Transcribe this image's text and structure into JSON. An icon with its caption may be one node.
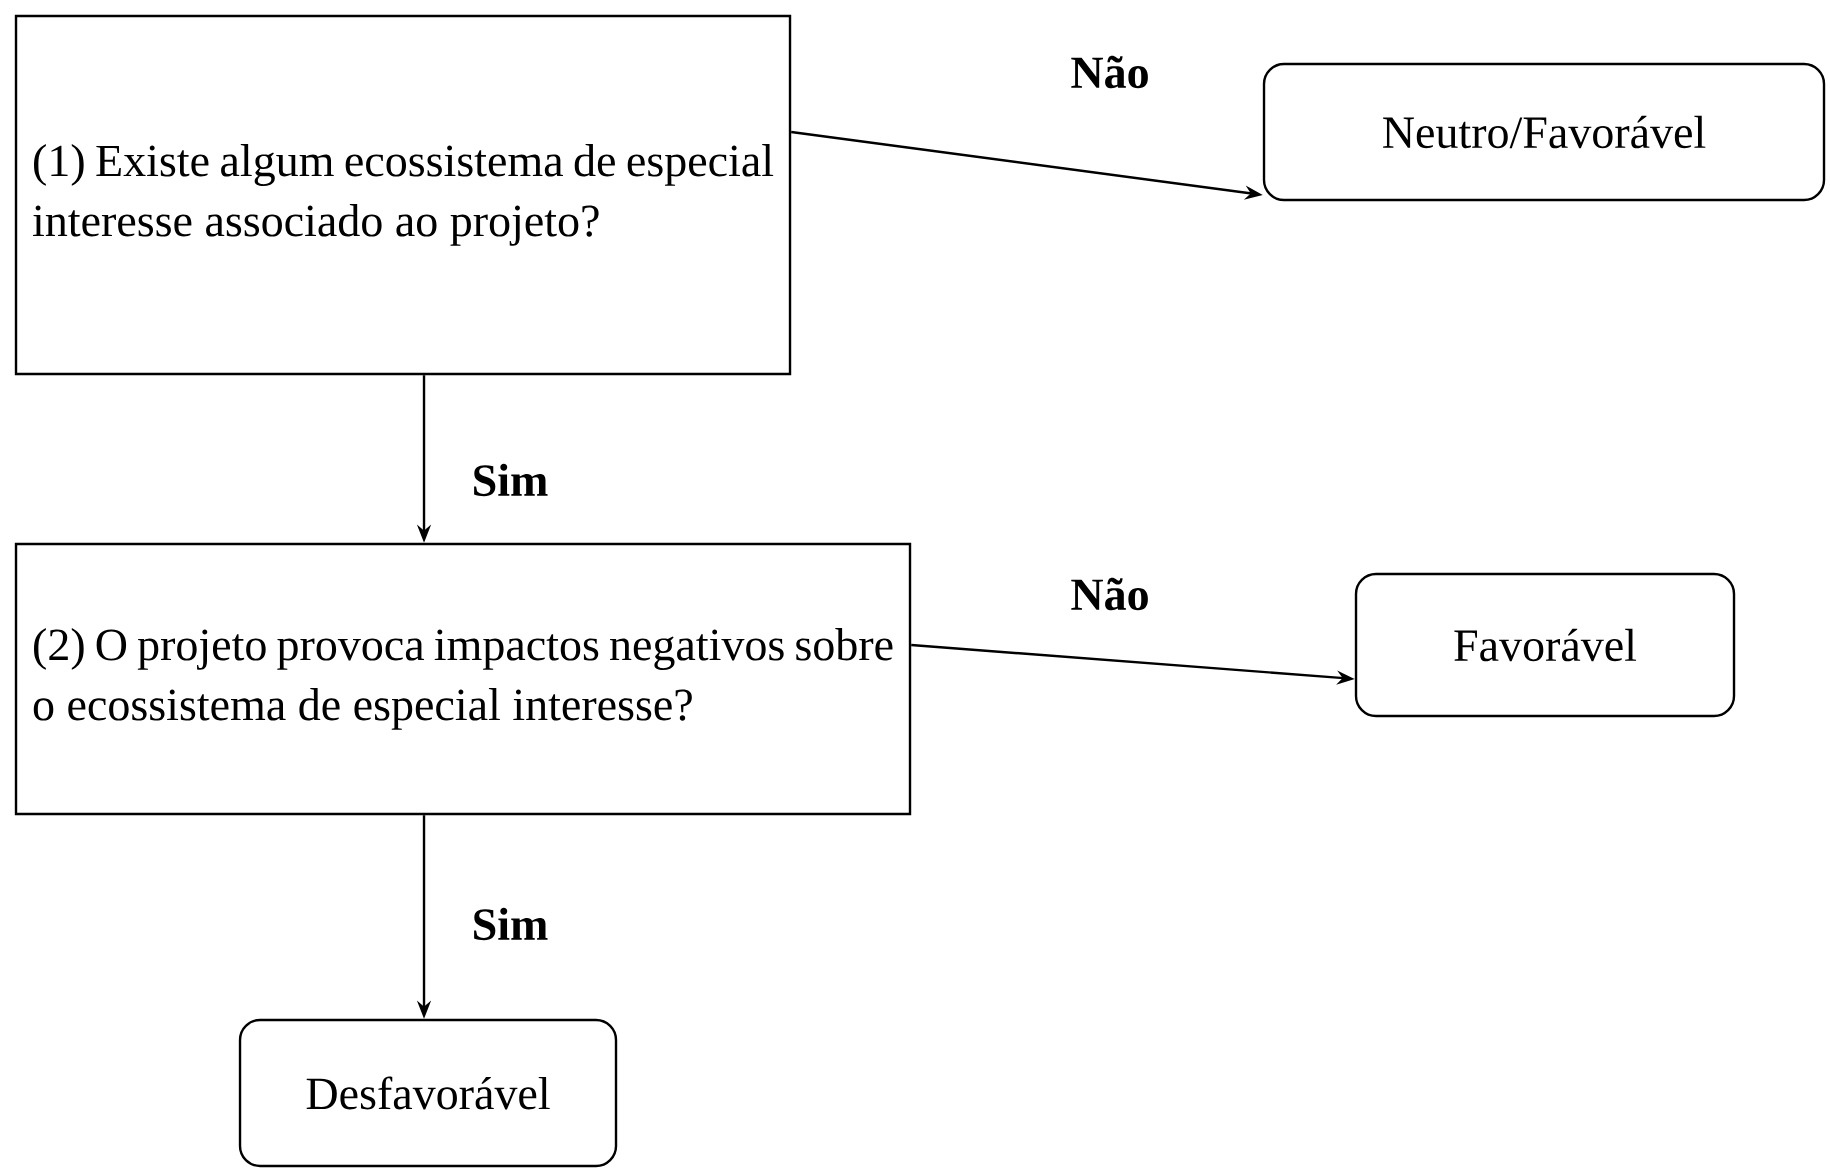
{
  "diagram": {
    "nodes": [
      {
        "text": [
          "(1) Existe algum ecossistema de especial interesse associado ao projeto?"
        ]
      },
      {
        "text": [
          "Neutro/Favorável"
        ]
      },
      {
        "text": [
          "(2) O projeto provoca impactos negativos sobre o ecossistema de especial interesse?"
        ]
      },
      {
        "text": [
          "Favorável"
        ]
      },
      {
        "text": [
          "Desfavorável"
        ]
      }
    ],
    "edges": [
      {
        "from": 0,
        "to": 1,
        "arrow": "to",
        "label": "Não"
      },
      {
        "from": 0,
        "to": 2,
        "arrow": "to",
        "label": "Sim"
      },
      {
        "from": 2,
        "to": 3,
        "arrow": "to",
        "label": "Não"
      },
      {
        "from": 2,
        "to": 4,
        "arrow": "to",
        "label": "Sim"
      }
    ]
  }
}
